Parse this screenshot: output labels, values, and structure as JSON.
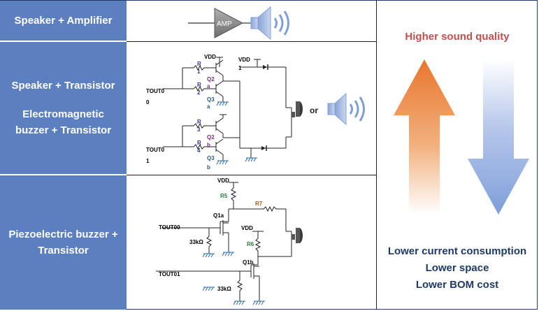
{
  "rows": [
    {
      "label_lines": [
        "Speaker + Amplifier"
      ]
    },
    {
      "label_lines": [
        "Speaker + Transistor",
        "",
        "Electromagnetic",
        "buzzer + Transistor"
      ]
    },
    {
      "label_lines": [
        "Piezoelectric buzzer +",
        "Transistor"
      ]
    }
  ],
  "amp_label": "AMP",
  "transistor_circuit": {
    "vdd1": "VDD",
    "vdd2": "VDD",
    "vdd2_sub": "1",
    "tout0": "TOUT0",
    "tout0_sub": "0",
    "tout1": "TOUT0",
    "tout1_sub": "1",
    "r1": "R",
    "r1_sub": "1",
    "r2": "R",
    "r2_sub": "2",
    "r3": "R",
    "r3_sub": "3",
    "r4": "R",
    "r4_sub": "4",
    "q2a": "Q2",
    "q2a_sub": "a",
    "q3a": "Q3",
    "q3a_sub": "a",
    "q2b": "Q2",
    "q2b_sub": "b",
    "q3b": "Q3",
    "q3b_sub": "b",
    "or_text": "or"
  },
  "piezo_circuit": {
    "vdd_top": "VDD",
    "vdd_mid": "VDD",
    "r5": "R5",
    "r7": "R7",
    "r6": "R6",
    "q1a": "Q1a",
    "q1b": "Q1b",
    "tout00": "TOUT00",
    "tout01": "TOUT01",
    "res_a": "33kΩ",
    "res_b": "33kΩ"
  },
  "right_panel": {
    "higher": "Higher sound quality",
    "lower_lines": [
      "Lower current consumption",
      "Lower space",
      "Lower BOM cost"
    ]
  },
  "colors": {
    "label_bg": "#5b7fbf",
    "orange": "#e8762e",
    "blue": "#7f9fd9",
    "higher_text": "#c0504d",
    "lower_text": "#1f3a66"
  }
}
